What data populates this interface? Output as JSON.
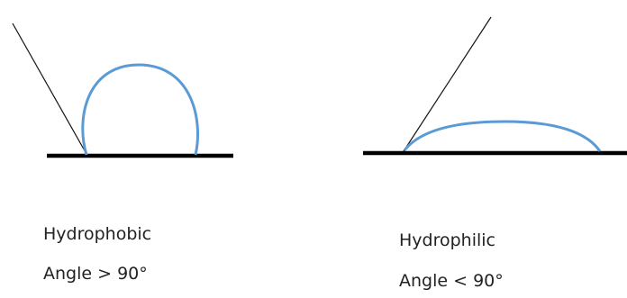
{
  "colors": {
    "droplet": "#5b9bd5",
    "line": "#000000",
    "text": "#222222"
  },
  "hydrophobic": {
    "title": "Hydrophobic",
    "angle_text": "Angle > 90°"
  },
  "hydrophilic": {
    "title": "Hydrophilic",
    "angle_text": "Angle < 90°"
  }
}
